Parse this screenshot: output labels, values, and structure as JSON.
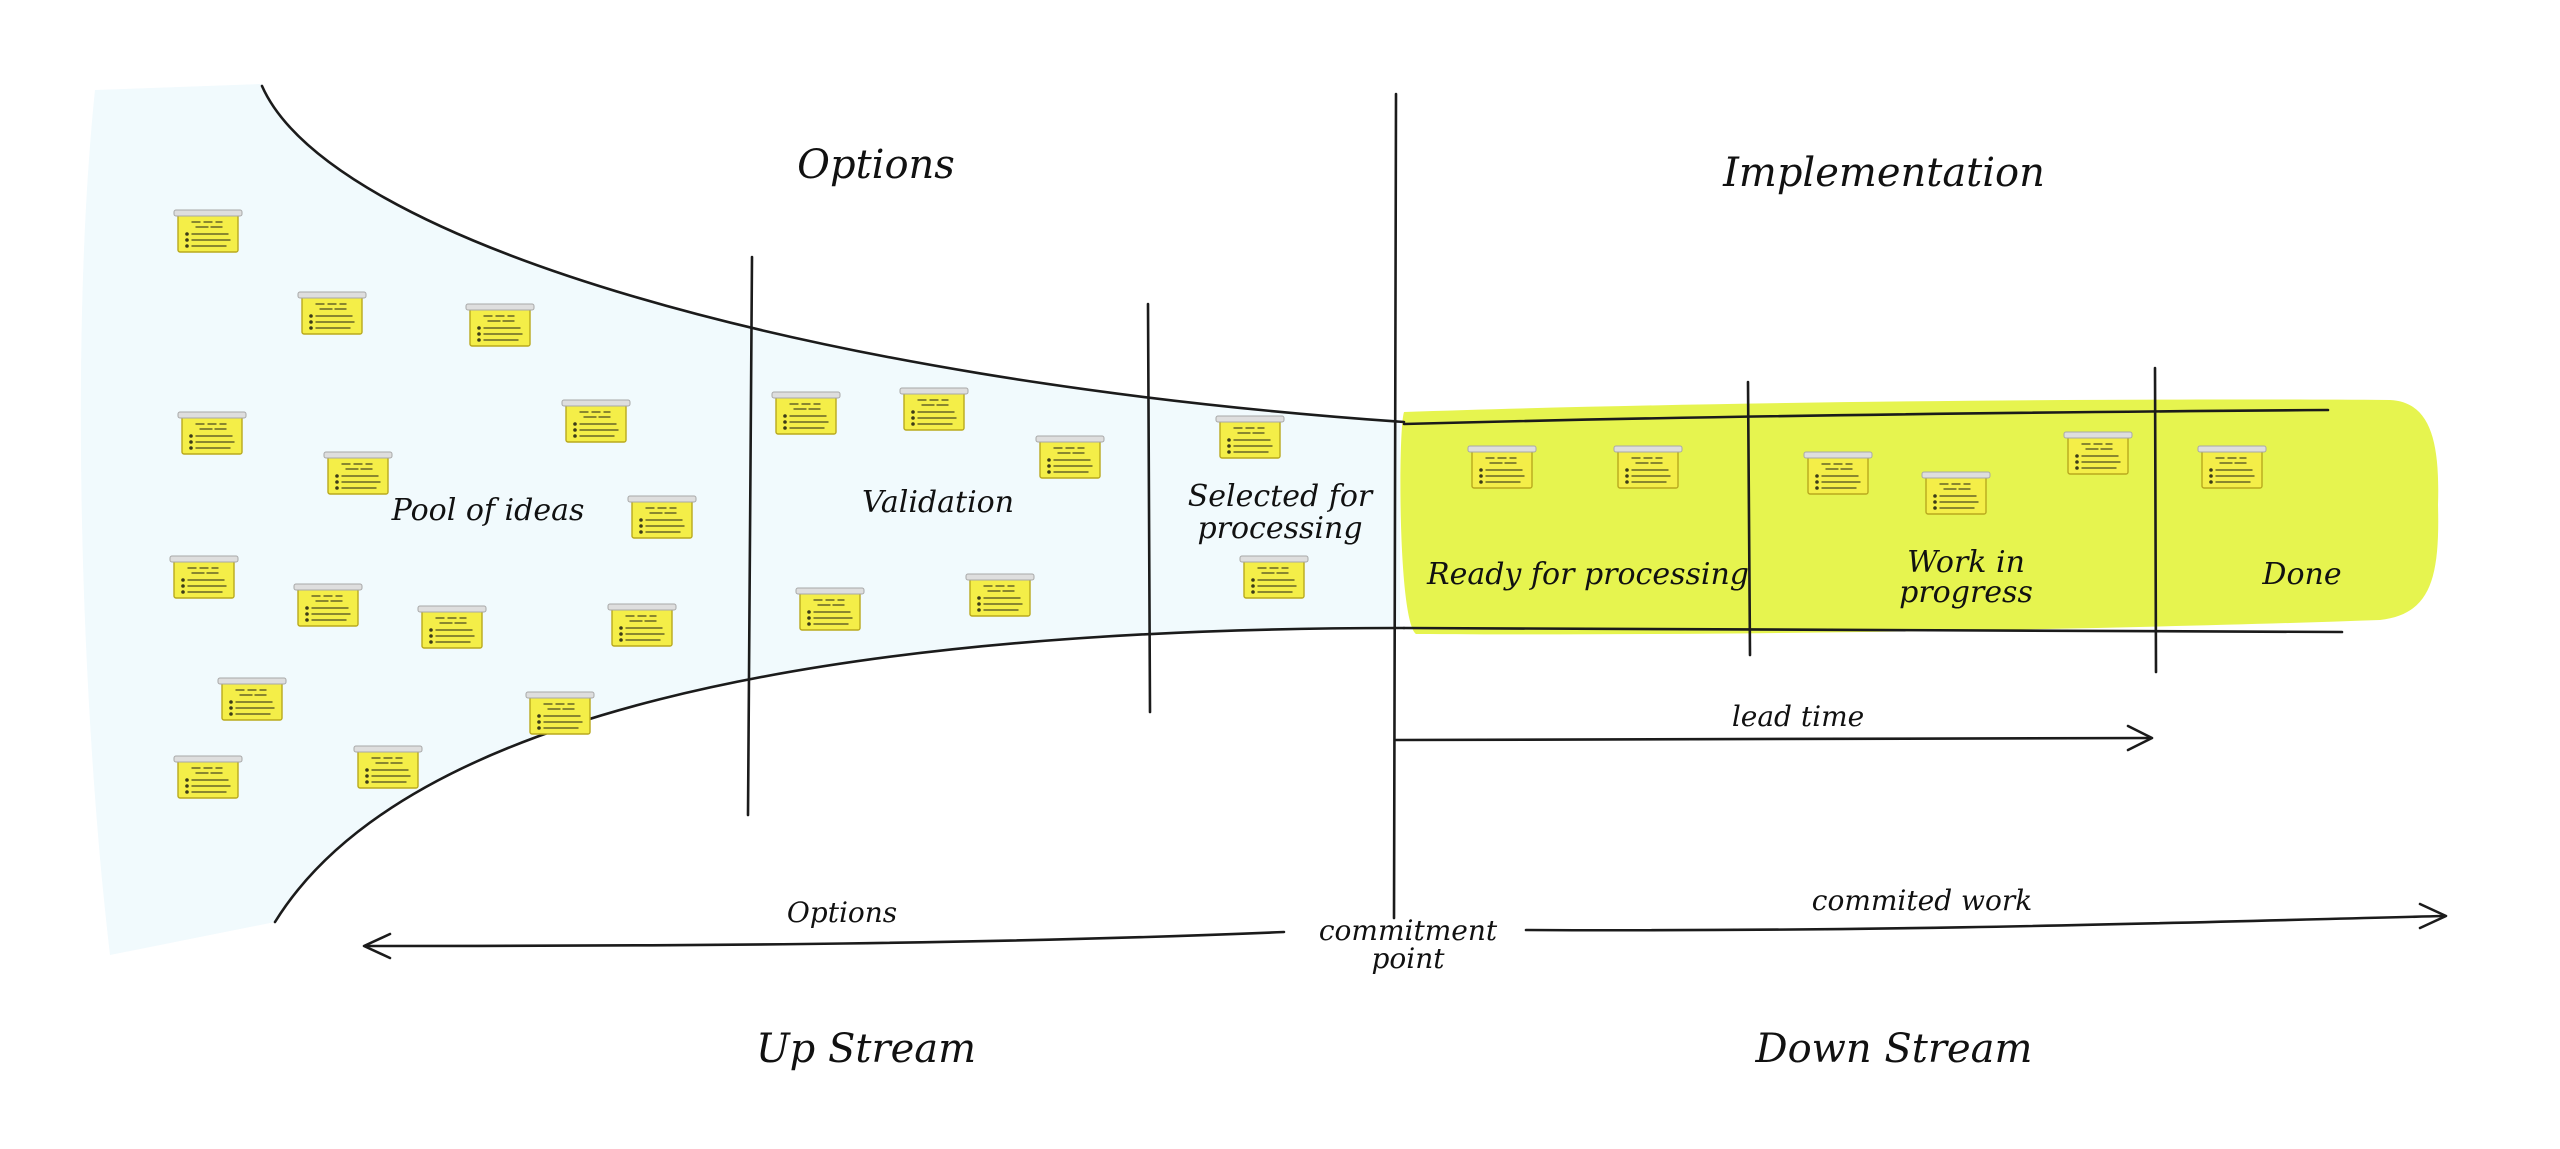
{
  "colors": {
    "upstream_area": "#f1fafd",
    "downstream_area": "#e6f44f",
    "line": "#1b1b1b",
    "note_fill": "#f4ee48",
    "note_edge": "#b9a91d"
  },
  "headers": {
    "options": "Options",
    "implementation": "Implementation"
  },
  "stages": {
    "pool_of_ideas": "Pool of ideas",
    "validation": "Validation",
    "selected_line1": "Selected for",
    "selected_line2": "processing",
    "ready_for_processing": "Ready for processing",
    "wip_line1": "Work in",
    "wip_line2": "progress",
    "done": "Done"
  },
  "arrows": {
    "lead_time": "lead time",
    "options": "Options",
    "commitment_line1": "commitment",
    "commitment_line2": "point",
    "committed_work": "commited work"
  },
  "streams": {
    "up": "Up Stream",
    "down": "Down Stream"
  },
  "sticky_note_icon": "sticky-note-icon"
}
